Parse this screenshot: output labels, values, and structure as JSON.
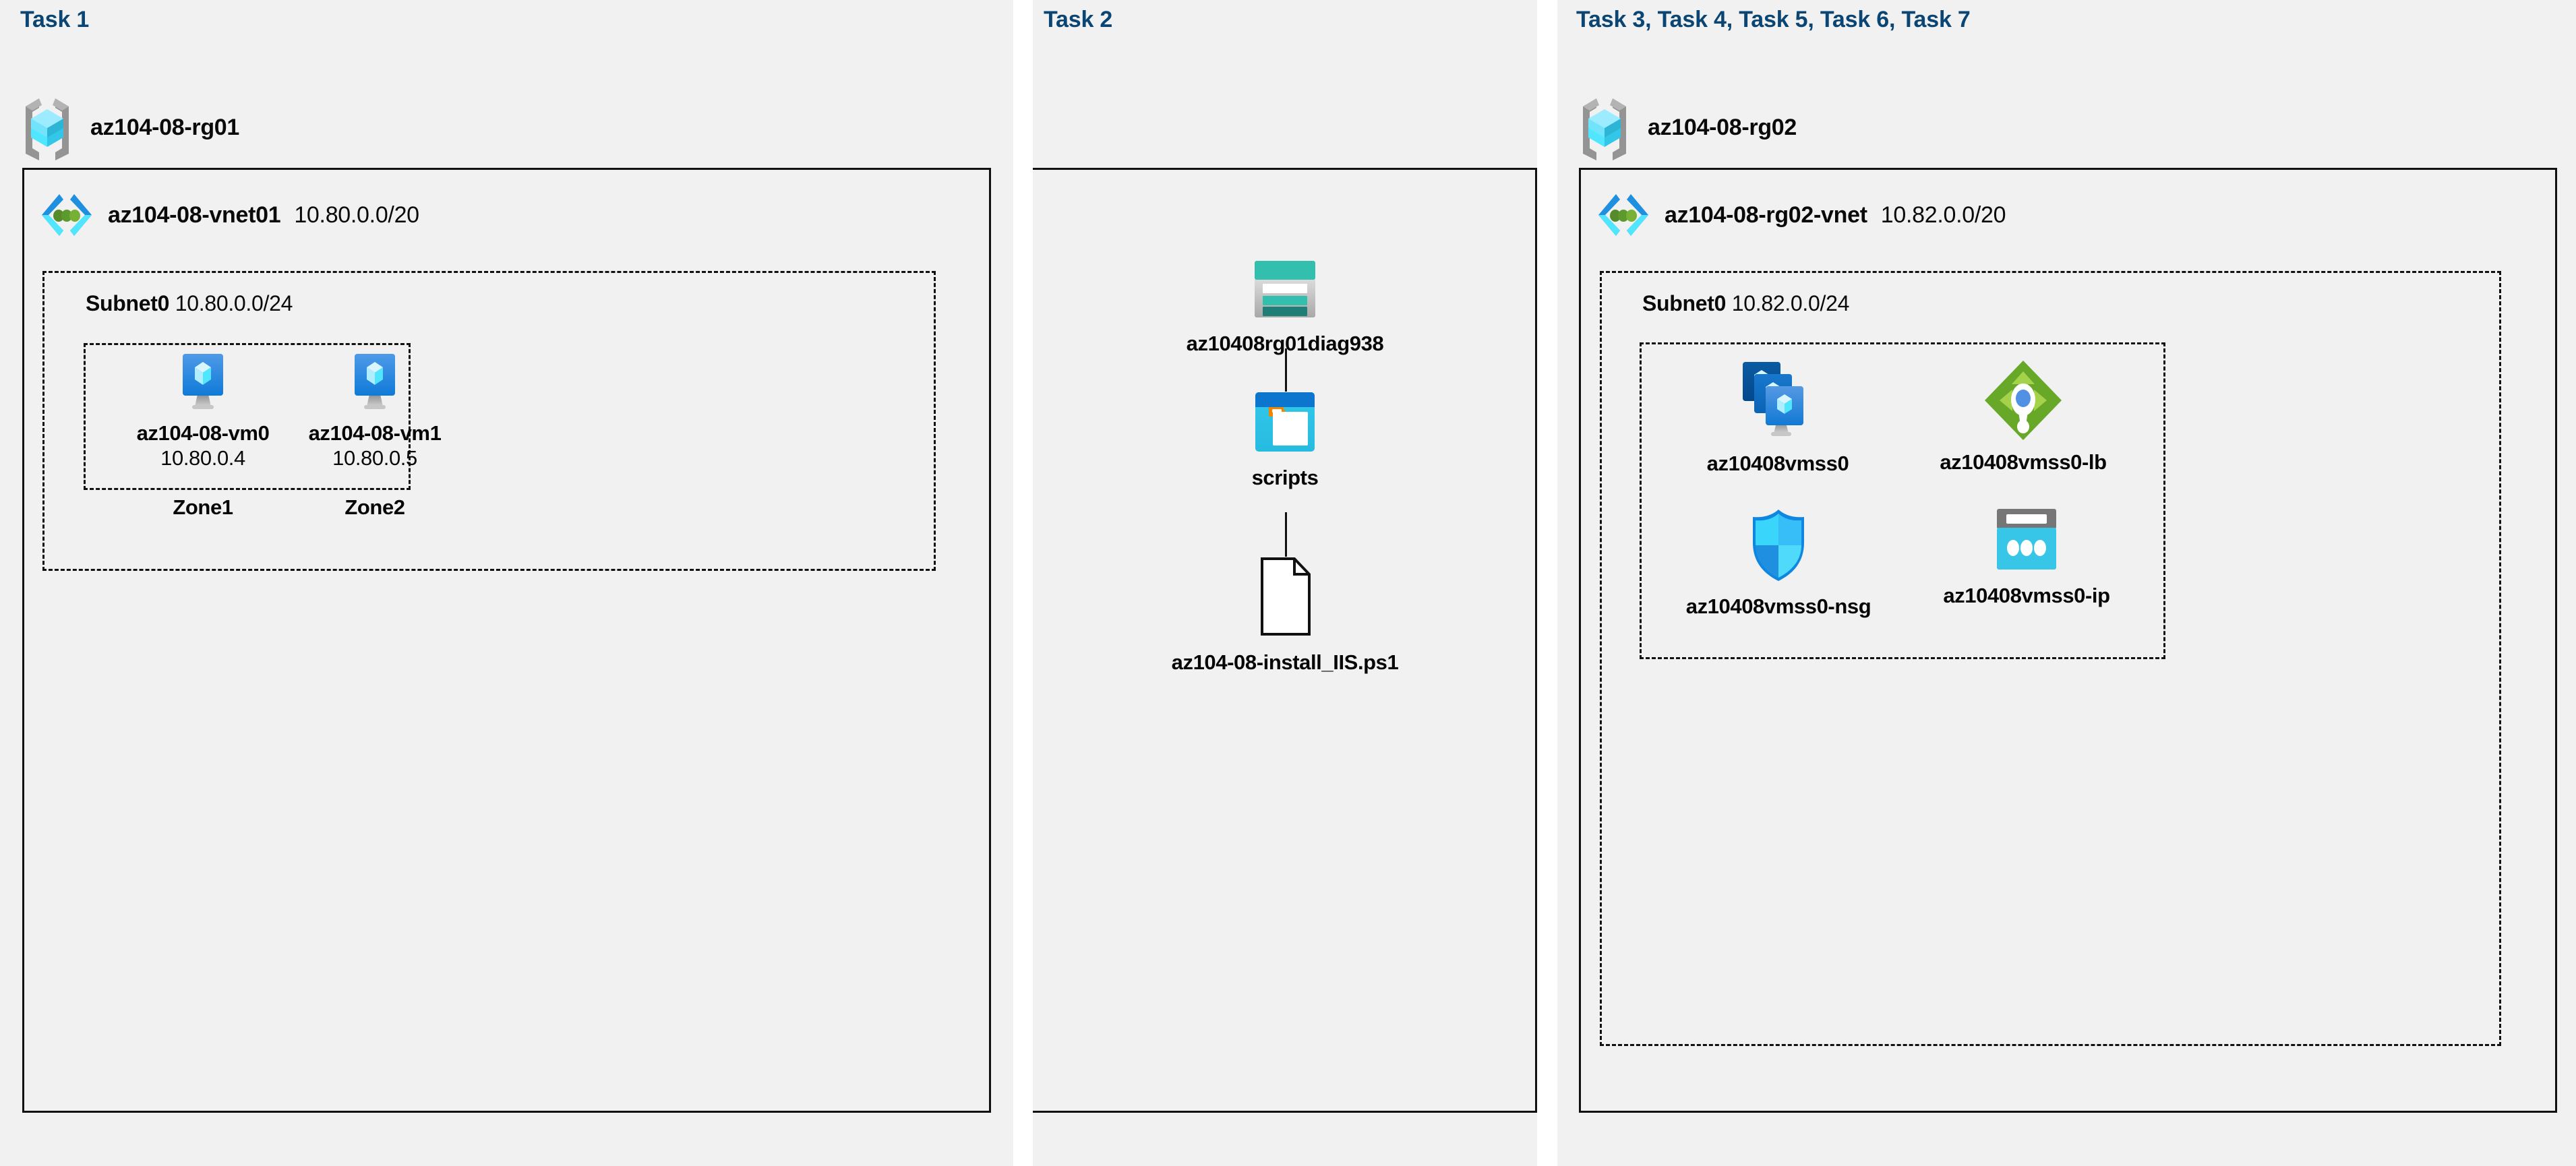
{
  "columns": [
    {
      "id": "task1",
      "header": "Task 1",
      "resource_group": {
        "name": "az104-08-rg01",
        "icon": "resource-group-icon"
      },
      "vnet": {
        "name": "az104-08-vnet01",
        "cidr": "10.80.0.0/20",
        "icon": "virtual-network-icon"
      },
      "subnet": {
        "name": "Subnet0",
        "cidr": "10.80.0.0/24"
      },
      "vms": [
        {
          "icon": "virtual-machine-icon",
          "name": "az104-08-vm0",
          "ip": "10.80.0.4",
          "zone": "Zone1"
        },
        {
          "icon": "virtual-machine-icon",
          "name": "az104-08-vm1",
          "ip": "10.80.0.5",
          "zone": "Zone2"
        }
      ]
    },
    {
      "id": "task2",
      "header": "Task 2",
      "nodes": [
        {
          "icon": "storage-account-icon",
          "name": "az10408rg01diag938"
        },
        {
          "icon": "blob-container-icon",
          "name": "scripts"
        },
        {
          "icon": "file-document-icon",
          "name": "az104-08-install_IIS.ps1"
        }
      ]
    },
    {
      "id": "task3",
      "header": "Task 3, Task 4, Task 5, Task 6, Task 7",
      "resource_group": {
        "name": "az104-08-rg02",
        "icon": "resource-group-icon"
      },
      "vnet": {
        "name": "az104-08-rg02-vnet",
        "cidr": "10.82.0.0/20",
        "icon": "virtual-network-icon"
      },
      "subnet": {
        "name": "Subnet0",
        "cidr": "10.82.0.0/24"
      },
      "resources": [
        {
          "icon": "vm-scale-set-icon",
          "name": "az10408vmss0"
        },
        {
          "icon": "load-balancer-icon",
          "name": "az10408vmss0-lb"
        },
        {
          "icon": "network-security-group-icon",
          "name": "az10408vmss0-nsg"
        },
        {
          "icon": "public-ip-address-icon",
          "name": "az10408vmss0-ip"
        }
      ]
    }
  ],
  "colors": {
    "task_header": "#0b4574",
    "panel_background": "#f1f1f1",
    "border": "#111111",
    "azure_cyan": "#50e6ff",
    "azure_blue": "#0078d4",
    "azure_green": "#7fba00",
    "storage_teal": "#32bfae",
    "gray_bracket": "#949494"
  }
}
